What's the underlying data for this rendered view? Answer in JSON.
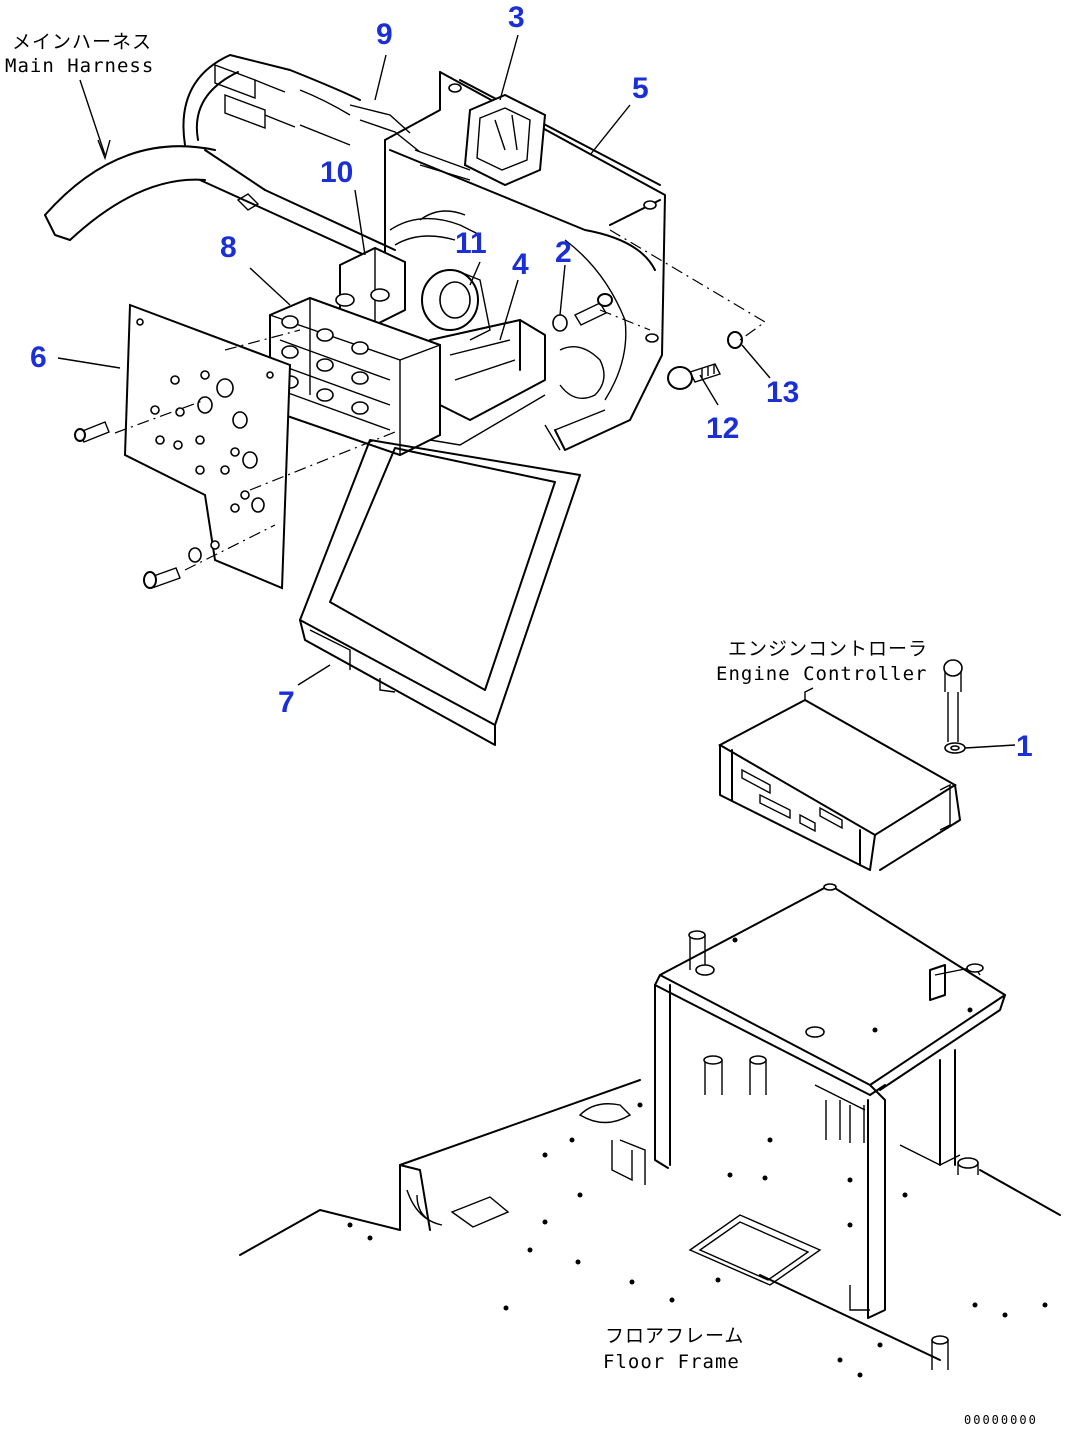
{
  "callouts": {
    "c1": "1",
    "c2": "2",
    "c3": "3",
    "c4": "4",
    "c5": "5",
    "c6": "6",
    "c7": "7",
    "c8": "8",
    "c9": "9",
    "c10": "10",
    "c11": "11",
    "c12": "12",
    "c13": "13"
  },
  "notes": {
    "main_harness_jp": "メインハーネス",
    "main_harness_en": "Main Harness",
    "engine_controller_jp": "エンジンコントローラ",
    "engine_controller_en": "Engine Controller",
    "floor_frame_jp": "フロアフレーム",
    "floor_frame_en": "Floor Frame"
  },
  "drawing_code": "00000000",
  "colors": {
    "callout": "#1a2fd6",
    "line": "#000000",
    "background": "#ffffff"
  }
}
